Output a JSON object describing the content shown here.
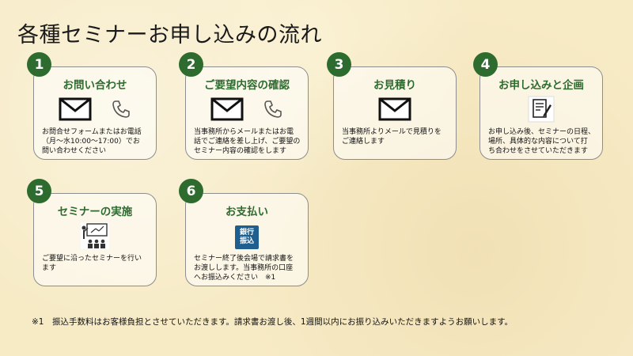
{
  "page": {
    "title": "各種セミナーお申し込みの流れ"
  },
  "steps": [
    {
      "number": "1",
      "title": "お問い合わせ",
      "icons": [
        "envelope-icon",
        "phone-icon"
      ],
      "desc": [
        "お問合せフォームまたはお電話",
        "（月～水10:00～17:00）でお",
        "問い合わせください"
      ]
    },
    {
      "number": "2",
      "title": "ご要望内容の確認",
      "icons": [
        "envelope-icon",
        "phone-icon"
      ],
      "desc": [
        "当事務所からメールまたはお電",
        "話でご連絡を差し上げ、ご要望の",
        "セミナー内容の確認をします"
      ]
    },
    {
      "number": "3",
      "title": "お見積り",
      "icons": [
        "envelope-icon"
      ],
      "desc": [
        "当事務所よりメールで見積りを",
        "ご連絡します"
      ]
    },
    {
      "number": "4",
      "title": "お申し込みと企画",
      "icons": [
        "form-pen-icon"
      ],
      "desc": [
        "お申し込み後、セミナーの日程、",
        "場所、具体的な内容について打",
        "ち合わせをさせていただきます"
      ]
    },
    {
      "number": "5",
      "title": "セミナーの実施",
      "icons": [
        "seminar-presentation-icon"
      ],
      "desc": [
        "ご要望に沿ったセミナーを行い",
        "ます"
      ]
    },
    {
      "number": "6",
      "title": "お支払い",
      "icons": [
        "bank-transfer-icon"
      ],
      "bank_label": [
        "銀行",
        "振込"
      ],
      "desc": [
        "セミナー終了後会場で請求書を",
        "お渡しします。当事務所の口座",
        "へお振込みください　※1"
      ]
    }
  ],
  "footnote": "※1　振込手数料はお客様負担とさせていただきます。請求書お渡し後、1週間以内にお振り込みいただきますようお願いします。",
  "colors": {
    "accent_green": "#2e6b2f",
    "bank_blue": "#1f5f8f",
    "card_border": "#8d8d8d"
  }
}
